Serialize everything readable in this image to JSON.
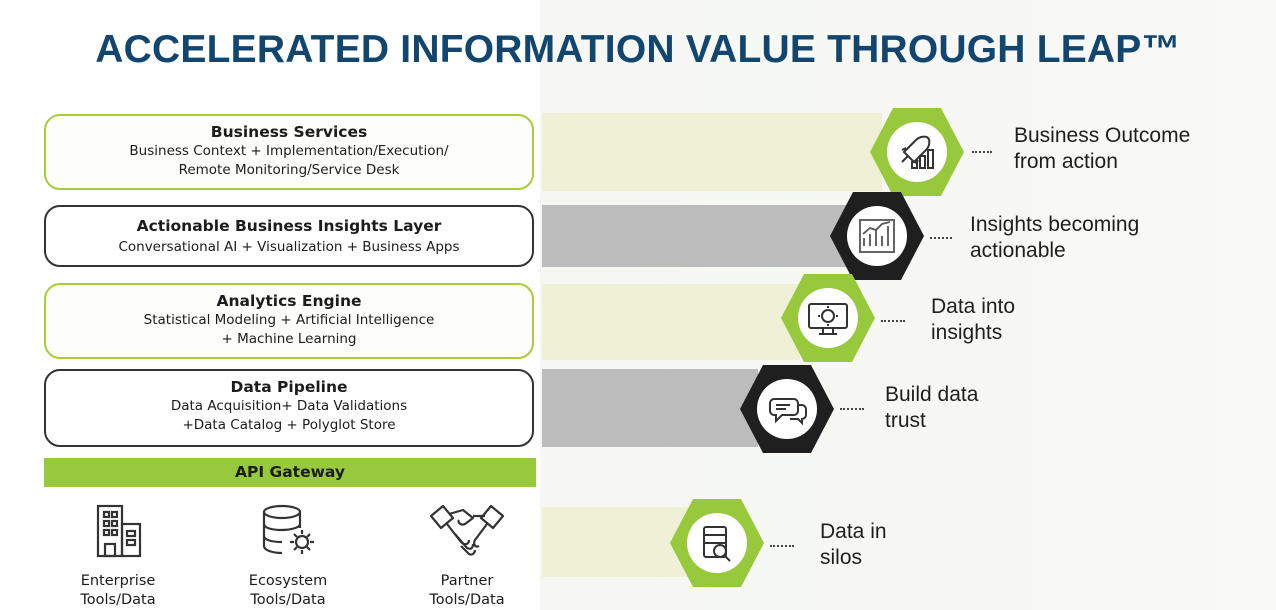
{
  "title": "ACCELERATED INFORMATION VALUE THROUGH LEAP™",
  "layers": [
    {
      "title": "Business Services",
      "subtitle": "Business Context +  Implementation/Execution/\nRemote Monitoring/Service Desk",
      "style": "green"
    },
    {
      "title": "Actionable Business Insights Layer",
      "subtitle": "Conversational AI + Visualization + Business Apps",
      "style": "dark"
    },
    {
      "title": "Analytics Engine",
      "subtitle": "Statistical Modeling + Artificial Intelligence\n+ Machine Learning",
      "style": "green"
    },
    {
      "title": "Data Pipeline",
      "subtitle": "Data Acquisition+ Data Validations\n+Data Catalog + Polyglot Store",
      "style": "dark"
    }
  ],
  "gateway": {
    "label": "API Gateway"
  },
  "sources": [
    {
      "label": "Enterprise\nTools/Data",
      "icon": "building-icon"
    },
    {
      "label": "Ecosystem\nTools/Data",
      "icon": "database-gear-icon"
    },
    {
      "label": "Partner\nTools/Data",
      "icon": "handshake-icon"
    }
  ],
  "levels": [
    {
      "label": "Business Outcome\nfrom action",
      "icon": "rocket-chart-icon",
      "style": "green"
    },
    {
      "label": "Insights becoming\nactionable",
      "icon": "analytics-chart-icon",
      "style": "dark"
    },
    {
      "label": "Data into\ninsights",
      "icon": "monitor-gear-icon",
      "style": "green"
    },
    {
      "label": "Build data\ntrust",
      "icon": "chat-bubbles-icon",
      "style": "dark"
    },
    {
      "label": "Data in\nsilos",
      "icon": "server-search-icon",
      "style": "green"
    }
  ],
  "colors": {
    "title": "#12466f",
    "accent_green": "#98c93c",
    "dark": "#1f1f1f",
    "band_gray": "#bcbcbc",
    "band_green": "#eef1d6"
  }
}
